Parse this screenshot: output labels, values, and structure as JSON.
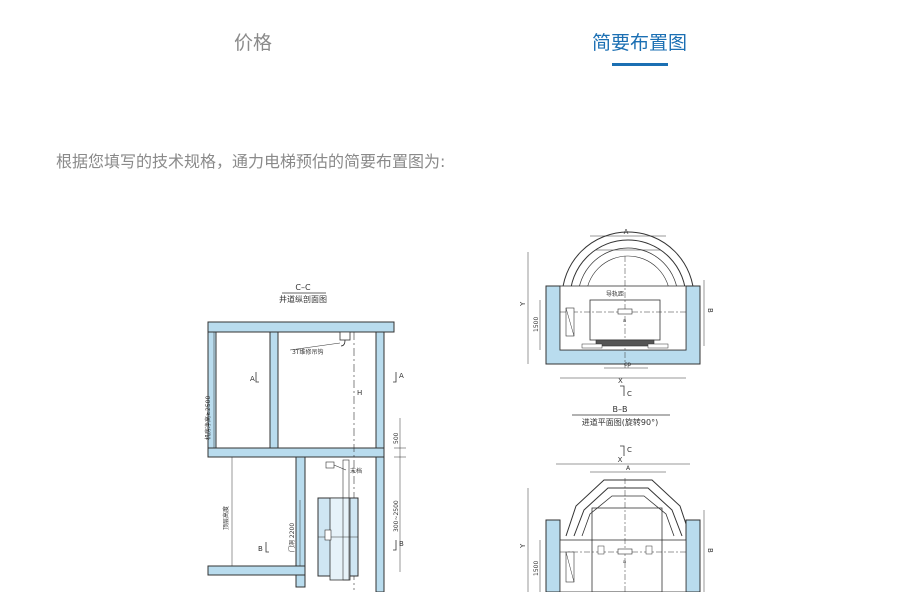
{
  "tabs": [
    {
      "label": "价格",
      "active": false
    },
    {
      "label": "简要布置图",
      "active": true
    }
  ],
  "accent_color": "#1b6fb3",
  "intro_text": "根据您填写的技术规格，通力电梯预估的简要布置图为:",
  "drawing": {
    "section_cc": {
      "code": "C–C",
      "title": "井道纵剖面图",
      "hook_label": "3T维修吊钩",
      "machine_room_label": "机房净高≥2500",
      "pit_label": "顶层高度",
      "door_label": "门洞 2200",
      "buffer_label": "末档",
      "dim_h": "H",
      "dim_500": "500",
      "dim_range": "300~2500",
      "mark_a": "A",
      "mark_b": "B"
    },
    "section_bb": {
      "code": "B–B",
      "title": "进道平面图(旋转90°)",
      "guide_label": "导轨距",
      "dim_a": "A",
      "dim_b": "B",
      "dim_x": "X",
      "dim_y": "Y",
      "dim_1500": "1500",
      "dim_a_small": "a",
      "dim_cp": "cp",
      "mark_c": "C"
    },
    "section_aa": {
      "dim_x": "X",
      "dim_a": "A",
      "dim_y": "Y",
      "dim_b": "B",
      "dim_1500": "1500",
      "dim_a_small": "a",
      "mark_c": "C"
    }
  }
}
